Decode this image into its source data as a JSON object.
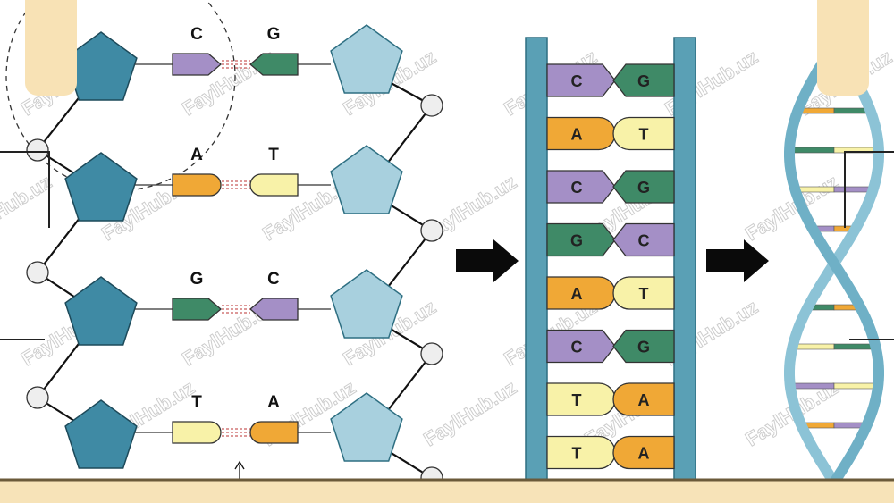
{
  "colors": {
    "background": "#ffffff",
    "sugar_dark": "#3f8aa4",
    "sugar_light": "#a8d0de",
    "phosphate": "#eeeeee",
    "rail": "#5aa0b5",
    "bottom_bar": "#f7e3b8",
    "tab": "#f8e2b5",
    "arrow": "#0a0a0a",
    "helix_strand": "#8cc3d6",
    "base_colors": {
      "C": "#a48fc6",
      "G": "#3f8a67",
      "A": "#f0a836",
      "T": "#f8f2a8"
    }
  },
  "strand_pairs": [
    {
      "left": "C",
      "right": "G"
    },
    {
      "left": "A",
      "right": "T"
    },
    {
      "left": "G",
      "right": "C"
    },
    {
      "left": "T",
      "right": "A"
    }
  ],
  "ladder_pairs": [
    {
      "left": "C",
      "right": "G"
    },
    {
      "left": "A",
      "right": "T"
    },
    {
      "left": "C",
      "right": "G"
    },
    {
      "left": "G",
      "right": "C"
    },
    {
      "left": "A",
      "right": "T"
    },
    {
      "left": "C",
      "right": "G"
    },
    {
      "left": "T",
      "right": "A"
    },
    {
      "left": "T",
      "right": "A"
    }
  ],
  "icons": {
    "arrow_1": "right-arrow-icon",
    "arrow_2": "right-arrow-icon",
    "pointer": "up-arrow-icon"
  },
  "watermark": "FaylHub.uz"
}
